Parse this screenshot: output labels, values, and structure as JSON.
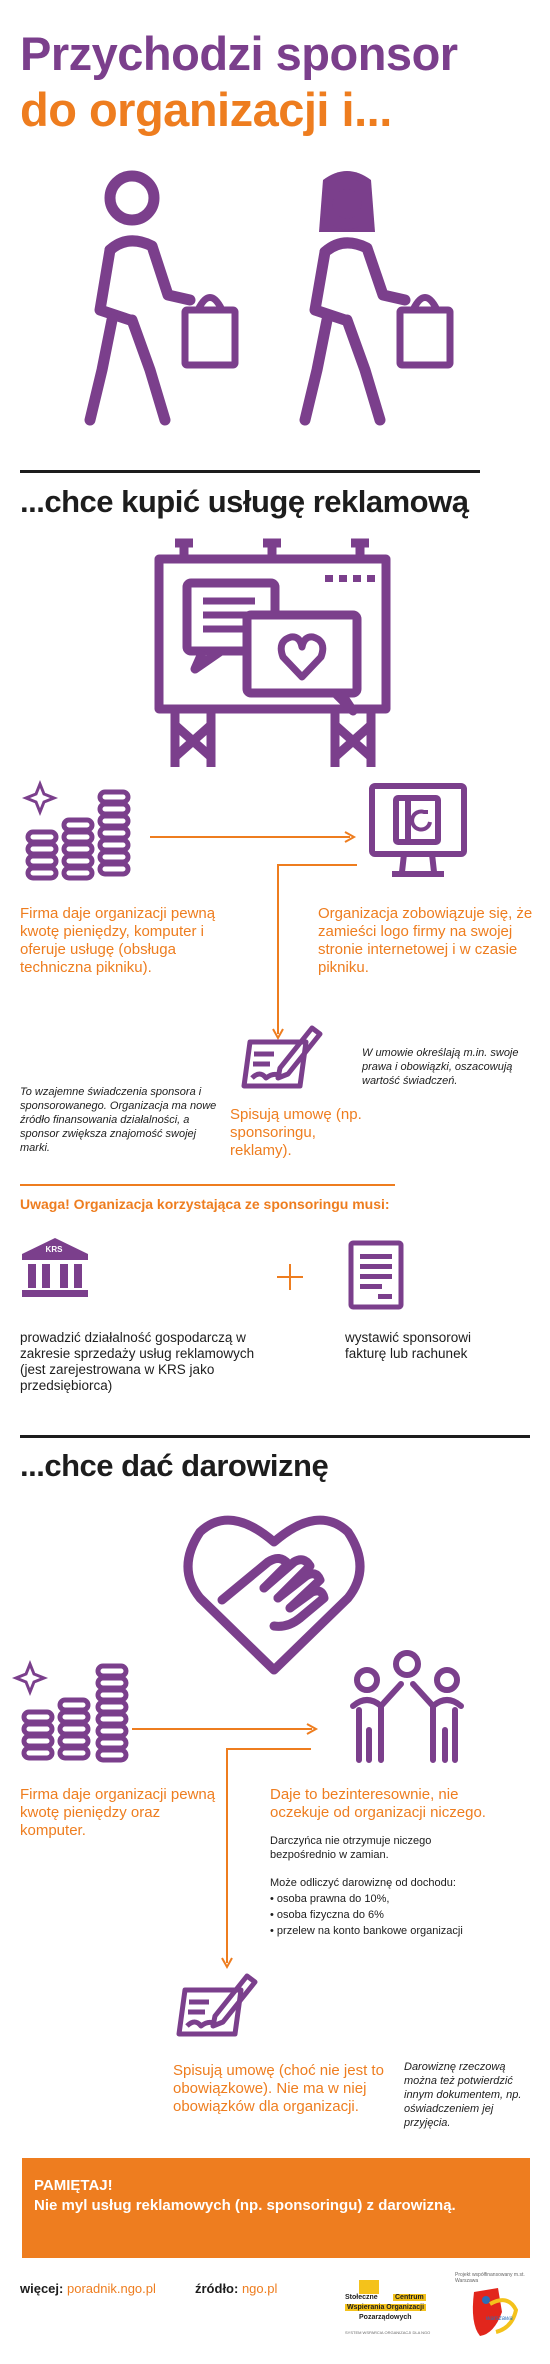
{
  "header": {
    "line1": "Przychodzi sponsor",
    "line2": "do organizacji i..."
  },
  "section1": {
    "title": "...chce kupić usługę reklamową",
    "left_text": "Firma daje organizacji pewną kwotę pieniędzy, komputer i oferuje usługę (obsługa techniczna pikniku).",
    "right_text": "Organizacja zobowiązuje się, że zamieści logo firmy na swojej stronie internetowej i w czasie pikniku.",
    "contract_text": "Spisują umowę (np. sponsoringu, reklamy).",
    "note_left": "To wzajemne świadczenia sponsora i sponsorowanego. Organizacja ma nowe źródło finansowania działalności, a sponsor zwiększa znajomość swojej marki.",
    "note_right": "W umowie określają m.in. swoje prawa i obowiązki, oszacowują wartość świadczeń.",
    "warning": "Uwaga! Organizacja korzystająca ze sponsoringu musi:",
    "krs_label": "KRS",
    "req_left": "prowadzić działalność gospodarczą w zakresie sprzedaży usług reklamowych (jest zarejestrowana w KRS jako przedsiębiorca)",
    "req_right": "wystawić sponsorowi fakturę lub rachunek"
  },
  "section2": {
    "title": "...chce dać darowiznę",
    "left_text": "Firma daje organizacji pewną kwotę pieniędzy oraz komputer.",
    "right_text": "Daje to bezinteresownie, nie oczekuje od organizacji niczego.",
    "right_note1": "Darczyńca nie otrzymuje niczego bezpośrednio w zamian.",
    "right_note2": "Może odliczyć darowiznę od dochodu:",
    "bullets": [
      "• osoba prawna do 10%,",
      "• osoba fizyczna do 6%",
      "• przelew na konto bankowe organizacji"
    ],
    "contract_text": "Spisują umowę (choć nie jest to obowiązkowe). Nie ma w niej obowiązków dla organizacji.",
    "note_right": "Darowiznę rzeczową można też potwierdzić innym dokumentem, np. oświadczeniem jej przyjęcia."
  },
  "banner": {
    "title": "PAMIĘTAJ!",
    "text": "Nie myl usług reklamowych (np. sponsoringu) z darowizną."
  },
  "footer": {
    "more_label": "więcej:",
    "more_link": "poradnik.ngo.pl",
    "source_label": "źródło:",
    "source_link": "ngo.pl",
    "logo_line1": "Stołeczne",
    "logo_line2": "Centrum",
    "logo_line3": "Wspierania Organizacji",
    "logo_line4": "Pozarządowych",
    "logo_caption": "SYSTEM WSPARCIA ORGANIZACJI DLA NGO",
    "partner_caption": "Projekt współfinansowany m.st. Warszawa",
    "partner_logo_text": "warszawa"
  },
  "colors": {
    "purple": "#7b3f8c",
    "orange": "#ee7d1f",
    "dark": "#1d1d1d"
  }
}
